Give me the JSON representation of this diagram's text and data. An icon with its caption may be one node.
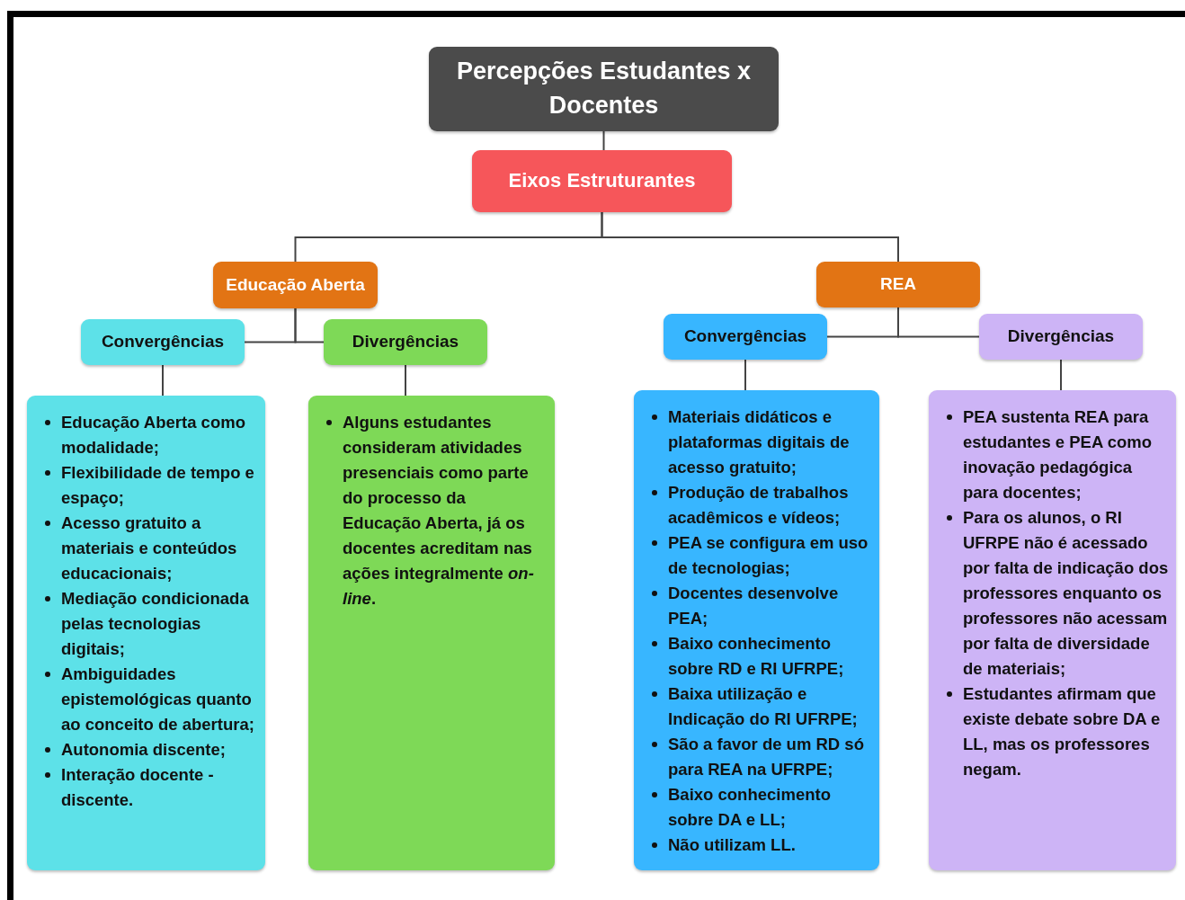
{
  "diagram": {
    "nodes": [
      {
        "text": [
          "Percepções Estudantes x Docentes"
        ]
      },
      {
        "text": [
          "Eixos Estruturantes"
        ]
      },
      {
        "text": [
          "Educação Aberta"
        ]
      },
      {
        "text": [
          "Convergências"
        ]
      },
      {
        "text": [
          "Divergências"
        ]
      },
      {
        "text": [
          "Educação Aberta como modalidade;",
          "Flexibilidade de tempo e espaço;",
          "Acesso gratuito a materiais e conteúdos educacionais;",
          "Mediação condicionada pelas tecnologias digitais;",
          "Ambiguidades epistemológicas quanto ao conceito de abertura;",
          "Autonomia discente;",
          "Interação docente - discente."
        ]
      },
      {
        "text": [
          "Alguns estudantes consideram atividades presenciais como parte do processo da Educação Aberta, já os docentes acreditam nas ações integralmente *on-line*."
        ]
      },
      {
        "text": [
          "REA"
        ]
      },
      {
        "text": [
          "Convergências"
        ]
      },
      {
        "text": [
          "Divergências"
        ]
      },
      {
        "text": [
          "Materiais didáticos e plataformas digitais de acesso gratuito;",
          "Produção de trabalhos acadêmicos e vídeos;",
          "PEA se configura em uso de tecnologias;",
          "Docentes desenvolve PEA;",
          "Baixo conhecimento sobre RD e RI UFRPE;",
          "Baixa utilização e Indicação do RI UFRPE;",
          "São a favor de um RD só para REA na UFRPE;",
          "Baixo conhecimento sobre DA e LL;",
          "Não utilizam LL."
        ]
      },
      {
        "text": [
          "PEA sustenta REA para estudantes e PEA como inovação pedagógica para docentes;",
          "Para os alunos, o RI UFRPE não é acessado por falta de indicação dos professores enquanto os professores não acessam por falta de diversidade de materiais;",
          "Estudantes afirmam que existe debate sobre DA e LL, mas os professores negam."
        ]
      }
    ],
    "edges": [
      {
        "from": 0,
        "to": 1,
        "arrow": "none"
      },
      {
        "from": 1,
        "to": 2,
        "arrow": "none"
      },
      {
        "from": 1,
        "to": 7,
        "arrow": "none"
      },
      {
        "from": 2,
        "to": 3,
        "arrow": "none"
      },
      {
        "from": 2,
        "to": 4,
        "arrow": "none"
      },
      {
        "from": 3,
        "to": 5,
        "arrow": "none"
      },
      {
        "from": 4,
        "to": 6,
        "arrow": "none"
      },
      {
        "from": 7,
        "to": 8,
        "arrow": "none"
      },
      {
        "from": 7,
        "to": 9,
        "arrow": "none"
      },
      {
        "from": 8,
        "to": 10,
        "arrow": "none"
      },
      {
        "from": 9,
        "to": 11,
        "arrow": "none"
      }
    ]
  }
}
